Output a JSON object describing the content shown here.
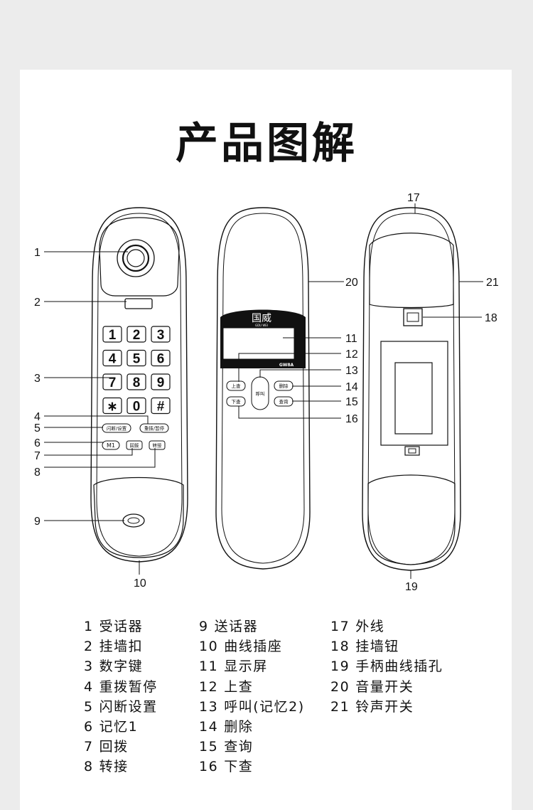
{
  "title": "产品图解",
  "brand": {
    "logo_text": "国威",
    "logo_sub": "GDU WEI",
    "model": "GW8A"
  },
  "keypad": [
    "1",
    "2",
    "3",
    "4",
    "5",
    "6",
    "7",
    "8",
    "9",
    "∗",
    "0",
    "#"
  ],
  "buttons": {
    "flash": "闪断/设置",
    "redial": "重拨/暂停",
    "m1": "M1",
    "callback": "回拨",
    "transfer": "转接",
    "up": "上查",
    "call": "呼叫",
    "delete": "删除",
    "query": "查询",
    "down": "下查"
  },
  "callouts": [
    "1",
    "2",
    "3",
    "4",
    "5",
    "6",
    "7",
    "8",
    "9",
    "10",
    "11",
    "12",
    "13",
    "14",
    "15",
    "16",
    "17",
    "18",
    "19",
    "20",
    "21"
  ],
  "legend": [
    [
      {
        "n": "1",
        "label": "受话器"
      },
      {
        "n": "2",
        "label": "挂墙扣"
      },
      {
        "n": "3",
        "label": "数字键"
      },
      {
        "n": "4",
        "label": "重拨暂停"
      },
      {
        "n": "5",
        "label": "闪断设置"
      },
      {
        "n": "6",
        "label": "记忆1"
      },
      {
        "n": "7",
        "label": "回拨"
      },
      {
        "n": "8",
        "label": "转接"
      }
    ],
    [
      {
        "n": "9",
        "label": "送话器"
      },
      {
        "n": "10",
        "label": "曲线插座"
      },
      {
        "n": "11",
        "label": "显示屏"
      },
      {
        "n": "12",
        "label": "上查"
      },
      {
        "n": "13",
        "label": "呼叫(记忆2)"
      },
      {
        "n": "14",
        "label": "删除"
      },
      {
        "n": "15",
        "label": "查询"
      },
      {
        "n": "16",
        "label": "下查"
      }
    ],
    [
      {
        "n": "17",
        "label": "外线"
      },
      {
        "n": "18",
        "label": "挂墙钮"
      },
      {
        "n": "19",
        "label": "手柄曲线插孔"
      },
      {
        "n": "20",
        "label": "音量开关"
      },
      {
        "n": "21",
        "label": "铃声开关"
      }
    ]
  ]
}
